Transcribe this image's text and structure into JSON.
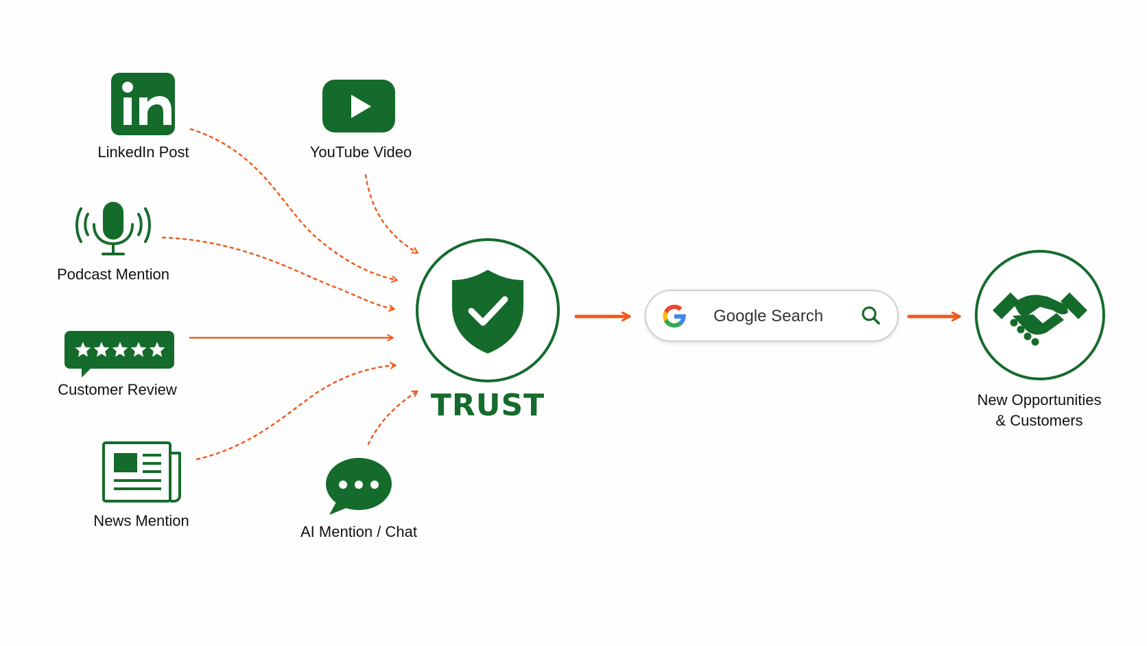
{
  "sources": {
    "linkedin": {
      "label": "LinkedIn Post",
      "icon": "linkedin-icon",
      "link": "dotted"
    },
    "youtube": {
      "label": "YouTube Video",
      "icon": "youtube-icon",
      "link": "dotted"
    },
    "podcast": {
      "label": "Podcast Mention",
      "icon": "microphone-icon",
      "link": "dotted"
    },
    "review": {
      "label": "Customer Review",
      "icon": "star-review-icon",
      "link": "solid"
    },
    "news": {
      "label": "News Mention",
      "icon": "newspaper-icon",
      "link": "dotted"
    },
    "ai": {
      "label": "AI Mention / Chat",
      "icon": "chat-bubble-icon",
      "link": "dotted"
    }
  },
  "hub": {
    "label": "TRUST",
    "icon": "shield-check-icon"
  },
  "search": {
    "label": "Google Search",
    "icon": "google-g-icon",
    "action_icon": "search-icon"
  },
  "outcome": {
    "line1": "New Opportunities",
    "line2": "& Customers",
    "icon": "handshake-icon"
  },
  "colors": {
    "primary_green": "#156b2b",
    "arrow_orange": "#f05a1c",
    "google_blue": "#4285f4",
    "google_red": "#ea4335",
    "google_yellow": "#fbbc05",
    "google_green": "#34a853"
  }
}
